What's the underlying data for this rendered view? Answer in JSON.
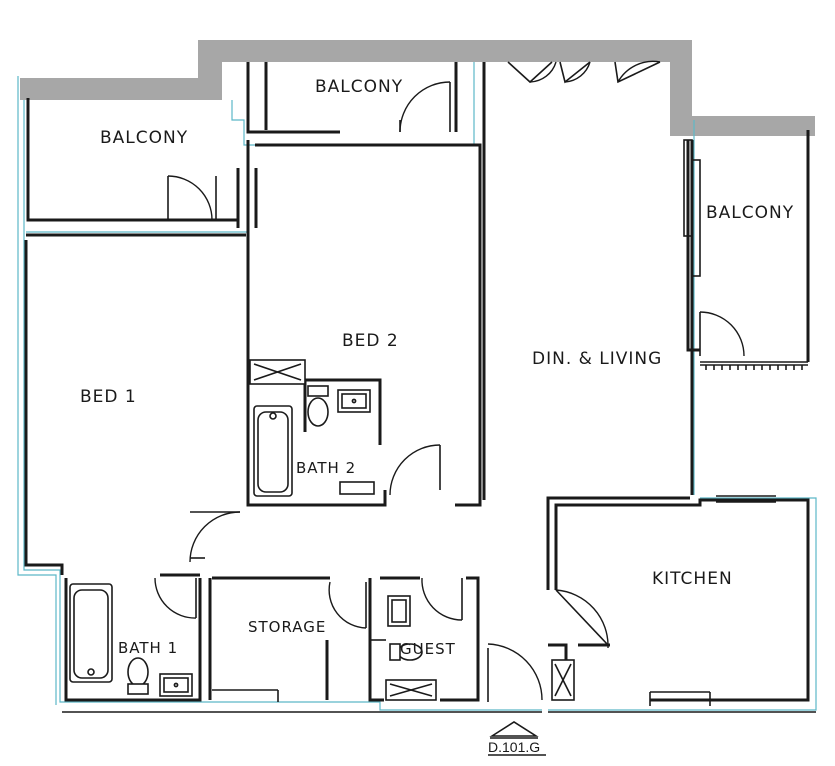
{
  "rooms": {
    "balcony_top_left": "BALCONY",
    "balcony_top_mid": "BALCONY",
    "balcony_right": "BALCONY",
    "bed_1": "BED 1",
    "bed_2": "BED 2",
    "bath_2": "BATH 2",
    "din_living": "DIN. & LIVING",
    "kitchen": "KITCHEN",
    "bath_1": "BATH 1",
    "storage": "STORAGE",
    "guest": "GUEST"
  },
  "section_marker": "D.101.G",
  "colors": {
    "wall": "#1a1a1a",
    "outline": "#5cb8c8",
    "structure": "#a7a7a7"
  }
}
